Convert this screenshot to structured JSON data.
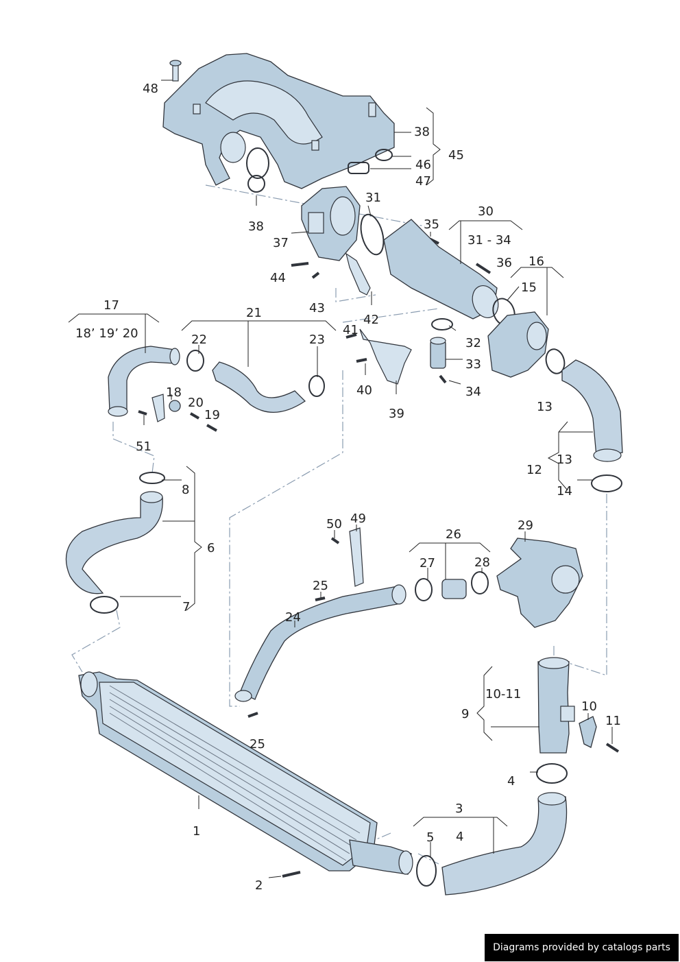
{
  "labels": [
    {
      "id": "l48",
      "text": "48"
    },
    {
      "id": "l38a",
      "text": "38"
    },
    {
      "id": "l45",
      "text": "45"
    },
    {
      "id": "l46",
      "text": "46"
    },
    {
      "id": "l47",
      "text": "47"
    },
    {
      "id": "l38b",
      "text": "38"
    },
    {
      "id": "l37",
      "text": "37"
    },
    {
      "id": "l31",
      "text": "31"
    },
    {
      "id": "l35",
      "text": "35"
    },
    {
      "id": "l30",
      "text": "30"
    },
    {
      "id": "l31-34",
      "text": "31 - 34"
    },
    {
      "id": "l36",
      "text": "36"
    },
    {
      "id": "l16",
      "text": "16"
    },
    {
      "id": "l15",
      "text": "15"
    },
    {
      "id": "l44",
      "text": "44"
    },
    {
      "id": "l43",
      "text": "43"
    },
    {
      "id": "l42",
      "text": "42"
    },
    {
      "id": "l41",
      "text": "41"
    },
    {
      "id": "l32",
      "text": "32"
    },
    {
      "id": "l33",
      "text": "33"
    },
    {
      "id": "l34",
      "text": "34"
    },
    {
      "id": "l40",
      "text": "40"
    },
    {
      "id": "l39",
      "text": "39"
    },
    {
      "id": "l13a",
      "text": "13"
    },
    {
      "id": "l17",
      "text": "17"
    },
    {
      "id": "l18-19-20",
      "text": "18’ 19’ 20"
    },
    {
      "id": "l21",
      "text": "21"
    },
    {
      "id": "l22",
      "text": "22"
    },
    {
      "id": "l23",
      "text": "23"
    },
    {
      "id": "l18",
      "text": "18"
    },
    {
      "id": "l20",
      "text": "20"
    },
    {
      "id": "l19",
      "text": "19"
    },
    {
      "id": "l51",
      "text": "51"
    },
    {
      "id": "l12",
      "text": "12"
    },
    {
      "id": "l13b",
      "text": "13"
    },
    {
      "id": "l14",
      "text": "14"
    },
    {
      "id": "l8",
      "text": "8"
    },
    {
      "id": "l6",
      "text": "6"
    },
    {
      "id": "l7",
      "text": "7"
    },
    {
      "id": "l50",
      "text": "50"
    },
    {
      "id": "l49",
      "text": "49"
    },
    {
      "id": "l26",
      "text": "26"
    },
    {
      "id": "l29",
      "text": "29"
    },
    {
      "id": "l27",
      "text": "27"
    },
    {
      "id": "l28",
      "text": "28"
    },
    {
      "id": "l25a",
      "text": "25"
    },
    {
      "id": "l24",
      "text": "24"
    },
    {
      "id": "l10-11",
      "text": "10-11"
    },
    {
      "id": "l9",
      "text": "9"
    },
    {
      "id": "l10",
      "text": "10"
    },
    {
      "id": "l11",
      "text": "11"
    },
    {
      "id": "l25b",
      "text": "25"
    },
    {
      "id": "l4a",
      "text": "4"
    },
    {
      "id": "l1",
      "text": "1"
    },
    {
      "id": "l3",
      "text": "3"
    },
    {
      "id": "l5",
      "text": "5"
    },
    {
      "id": "l4b",
      "text": "4"
    },
    {
      "id": "l2",
      "text": "2"
    }
  ],
  "footer": {
    "text": "Diagrams provided by catalogs parts"
  },
  "colors": {
    "part_fill": "#b9cede",
    "outline": "#30343b",
    "dash_line": "#8a9cb0",
    "footer_bg": "#000000"
  }
}
